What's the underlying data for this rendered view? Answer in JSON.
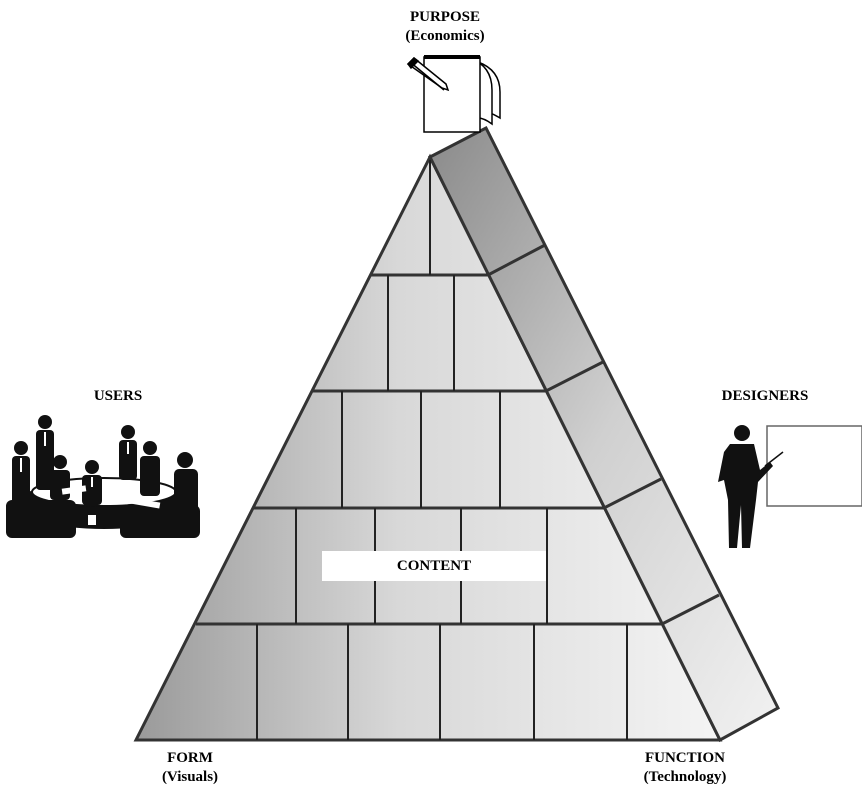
{
  "purpose": {
    "title": "PURPOSE",
    "subtitle": "(Economics)"
  },
  "users": {
    "title": "USERS"
  },
  "designers": {
    "title": "DESIGNERS"
  },
  "content": {
    "title": "CONTENT"
  },
  "form": {
    "title": "FORM",
    "subtitle": "(Visuals)"
  },
  "function": {
    "title": "FUNCTION",
    "subtitle": "(Technology)"
  },
  "icons": {
    "notepad": "notepad-pencil-icon",
    "meeting": "meeting-people-icon",
    "presenter": "presenter-icon"
  }
}
